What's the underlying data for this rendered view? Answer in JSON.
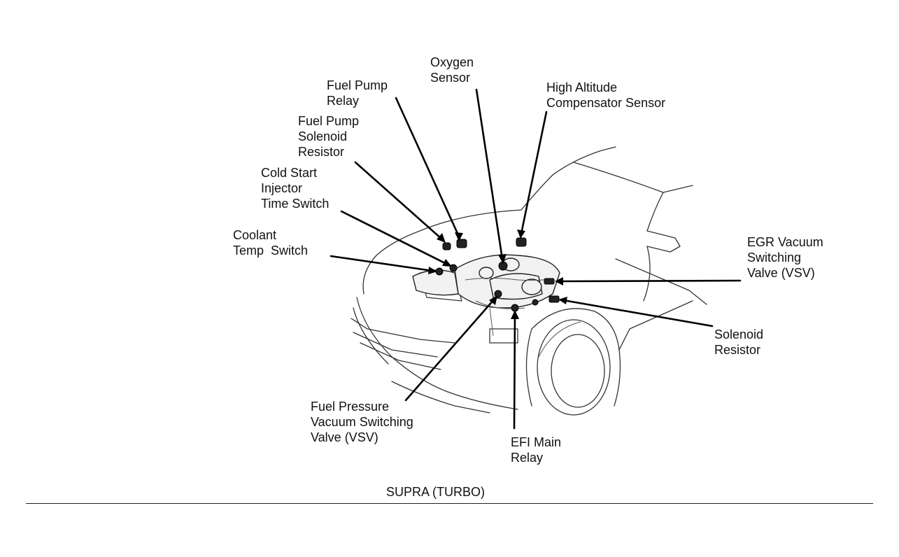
{
  "diagram": {
    "caption": "SUPRA (TURBO)",
    "labels": {
      "oxygen_sensor": [
        "Oxygen",
        "Sensor"
      ],
      "fuel_pump_relay": [
        "Fuel Pump",
        "Relay"
      ],
      "high_altitude_sensor": [
        "High Altitude",
        "Compensator Sensor"
      ],
      "fuel_pump_solenoid_resistor": [
        "Fuel Pump",
        "Solenoid",
        "Resistor"
      ],
      "cold_start_injector_time_switch": [
        "Cold Start",
        "Injector",
        "Time Switch"
      ],
      "coolant_temp_switch": [
        "Coolant",
        "Temp  Switch"
      ],
      "egr_vacuum_switching_valve": [
        "EGR Vacuum",
        "Switching",
        "Valve (VSV)"
      ],
      "solenoid_resistor": [
        "Solenoid",
        "Resistor"
      ],
      "fuel_pressure_vsv": [
        "Fuel Pressure",
        "Vacuum Switching",
        "Valve (VSV)"
      ],
      "efi_main_relay": [
        "EFI Main",
        "Relay"
      ]
    }
  }
}
